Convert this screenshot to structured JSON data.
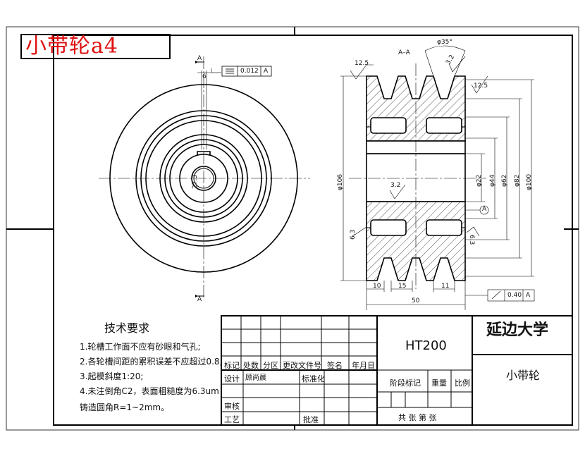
{
  "title": "小带轮a4",
  "section_label": "A–A",
  "cut_marks": {
    "a_top": "A",
    "a_bottom": "A"
  },
  "tolerance_frame": {
    "symbol": "=",
    "value": "0.012",
    "datum": "A"
  },
  "runout_frame": {
    "value": "0.40",
    "datum": "A"
  },
  "datum_circle": "A",
  "front_view_dims": {
    "keyway": "6",
    "bore": "27.3"
  },
  "section_dims": {
    "angle": "φ35°",
    "rough_groove": "3.2",
    "rough_top_left": "12.5",
    "rough_top_right": "12.5",
    "rough_bore": "3.2",
    "rough_side_left": "6.3",
    "rough_side_right": "6.3",
    "d106": "φ106",
    "d22": "φ22",
    "d44": "φ44",
    "d62": "φ62",
    "d82": "φ82",
    "d100": "φ100",
    "w10": "10",
    "w15": "15",
    "w11": "11",
    "w50": "50"
  },
  "tech_requirements": {
    "heading": "技术要求",
    "items": [
      "1.轮槽工作面不应有砂眼和气孔;",
      "2.各轮槽间距的累积误差不应超过0.8;",
      "3.起模斜度1:20;",
      "4.未注倒角C2，表面粗糙度为6.3um",
      "铸造圆角R=1~2mm。"
    ]
  },
  "title_block": {
    "material": "HT200",
    "university": "延边大学",
    "part_name": "小带轮",
    "row_labels": [
      "标记",
      "处数",
      "分区",
      "更改文件号",
      "签名",
      "年月日"
    ],
    "design": "设计",
    "designer": "顾尚晨",
    "standardize": "标准化",
    "stage_mark": "阶段标记",
    "weight": "重量",
    "scale": "比例",
    "review": "审核",
    "process": "工艺",
    "approve": "批准",
    "sheets": "共  张 第  张"
  }
}
